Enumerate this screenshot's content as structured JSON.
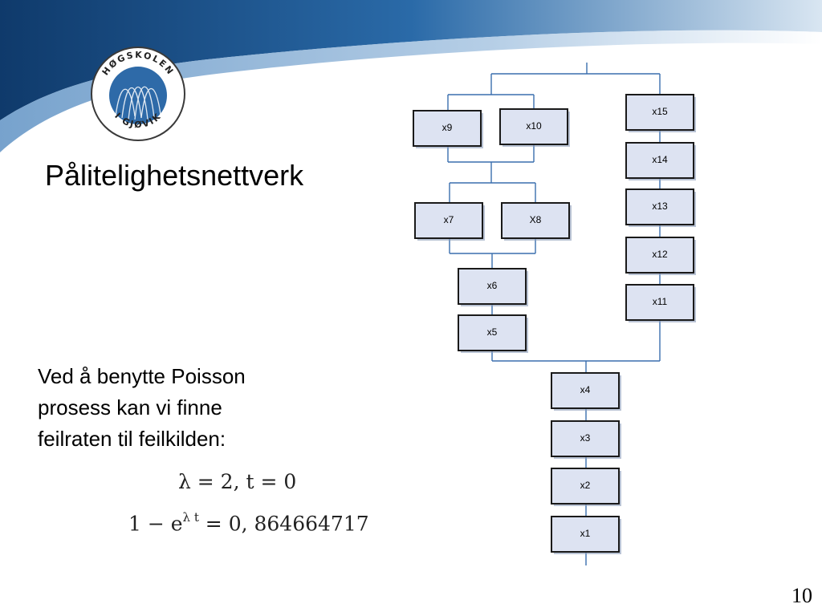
{
  "slide": {
    "title": "Pålitelighetsnettverk",
    "body_lines": [
      "Ved å benytte Poisson",
      "prosess kan vi finne",
      "feilraten til feilkilden:"
    ],
    "formula_1": "λ = 2, t = 0",
    "formula_2_base": "1 − e",
    "formula_2_exp": "λ t",
    "formula_2_rest": " = 0, 864664717",
    "page_number": "10"
  },
  "logo": {
    "top_text": "HØGSKOLEN",
    "bottom_text": "I GJØVIK"
  },
  "network": {
    "nodes": [
      "x15",
      "x9",
      "x10",
      "x14",
      "x13",
      "x7",
      "X8",
      "x12",
      "x6",
      "x11",
      "x5",
      "x4",
      "x3",
      "x2",
      "x1"
    ]
  },
  "colors": {
    "banner_dark": "#1d4f86",
    "banner_light": "#d4e3f0",
    "node_fill": "#dde3f2",
    "line": "#3a6fae"
  }
}
